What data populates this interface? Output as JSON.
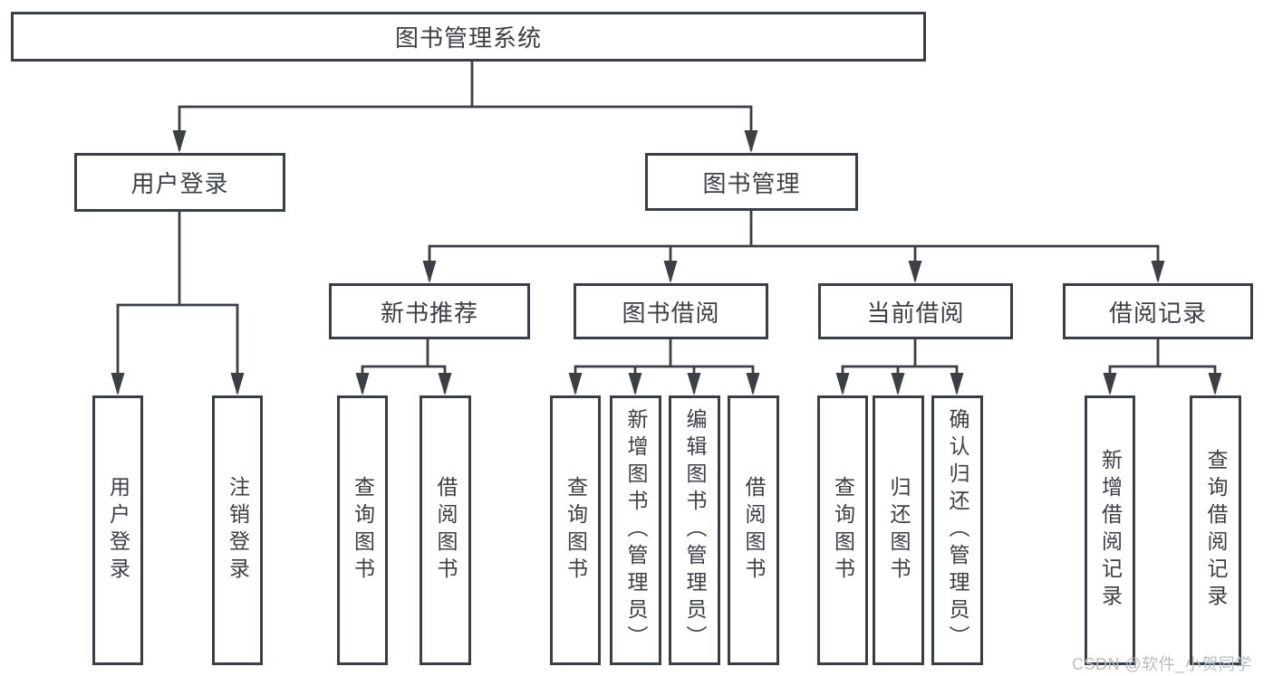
{
  "tree": {
    "label": "图书管理系统",
    "children": [
      {
        "label": "用户登录",
        "children": [
          {
            "label": "用户登录"
          },
          {
            "label": "注销登录"
          }
        ]
      },
      {
        "label": "图书管理",
        "children": [
          {
            "label": "新书推荐",
            "children": [
              {
                "label": "查询图书"
              },
              {
                "label": "借阅图书"
              }
            ]
          },
          {
            "label": "图书借阅",
            "children": [
              {
                "label": "查询图书"
              },
              {
                "label": "新增图书（管理员）"
              },
              {
                "label": "编辑图书（管理员）"
              },
              {
                "label": "借阅图书"
              }
            ]
          },
          {
            "label": "当前借阅",
            "children": [
              {
                "label": "查询图书"
              },
              {
                "label": "归还图书"
              },
              {
                "label": "确认归还（管理员）"
              }
            ]
          },
          {
            "label": "借阅记录",
            "children": [
              {
                "label": "新增借阅记录"
              },
              {
                "label": "查询借阅记录"
              }
            ]
          }
        ]
      }
    ]
  },
  "watermark": "CSDN @软件_小贺同学",
  "colors": {
    "line": "#3b3f46",
    "node_border": "#3a3e45",
    "node_text": "#3c4046",
    "watermark_text": "#b7bcc5",
    "background": "#ffffff"
  }
}
